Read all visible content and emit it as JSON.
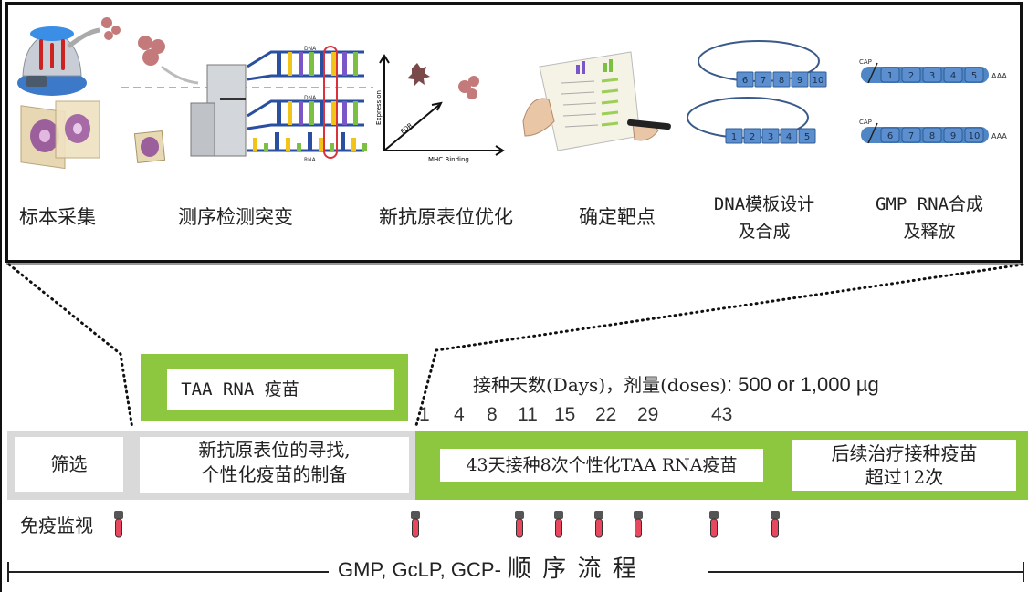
{
  "top_panel": {
    "steps": [
      {
        "label": "标本采集",
        "illustration": "centrifuge-and-tissue-slides"
      },
      {
        "label": "测序检测突变",
        "illustration": "sequencer-dna-strands"
      },
      {
        "label": "新抗原表位优化",
        "illustration": "scatter-plot-epitope"
      },
      {
        "label": "确定靶点",
        "illustration": "hand-holding-checklist"
      },
      {
        "label_line1": "DNA模板设计",
        "label_line2": "及合成",
        "illustration": "dna-plasmids"
      },
      {
        "label_line1": "GMP RNA合成",
        "label_line2": "及释放",
        "illustration": "mrna-constructs"
      }
    ],
    "illustration_text": {
      "scatter_y_axis": "Expression",
      "scatter_diag_axis": "FDR",
      "scatter_x_axis": "MHC Binding",
      "dna_strand_top": "DNA",
      "dna_strand_mid": "DNA",
      "dna_strand_bottom": "RNA",
      "plasmid_a_segments": [
        "6",
        "7",
        "8",
        "9",
        "10"
      ],
      "plasmid_b_segments": [
        "1",
        "2",
        "3",
        "4",
        "5"
      ],
      "mrna_a_segments": [
        "1",
        "2",
        "3",
        "4",
        "5"
      ],
      "mrna_b_segments": [
        "6",
        "7",
        "8",
        "9",
        "10"
      ],
      "mrna_cap": "CAP",
      "mrna_tail": "AAA"
    }
  },
  "timeline": {
    "screening": "筛选",
    "taa_vaccine": "TAA RNA 疫苗",
    "prep_line1": "新抗原表位的寻找,",
    "prep_line2": "个性化疫苗的制备",
    "dosing_title_cn": "接种天数(Days)，剂量(doses)",
    "dosing_title_amount": ": 500 or 1,000 µg",
    "days": [
      "1",
      "4",
      "8",
      "11",
      "15",
      "22",
      "29",
      "43"
    ],
    "vaccination_phase": "43天接种8次个性化TAA RNA疫苗",
    "followup_line1": "后续治疗接种疫苗",
    "followup_line2": "超过12次",
    "immune_monitoring": "免疫监视",
    "blood_sample_count": 8,
    "process_label_en": "GMP, GcLP, GCP-",
    "process_label_cn": "顺 序 流 程"
  },
  "colors": {
    "green": "#8dc63f",
    "gray": "#d9d9d9",
    "tube_red": "#e8485e",
    "tube_cap": "#555555",
    "border": "#111111"
  }
}
